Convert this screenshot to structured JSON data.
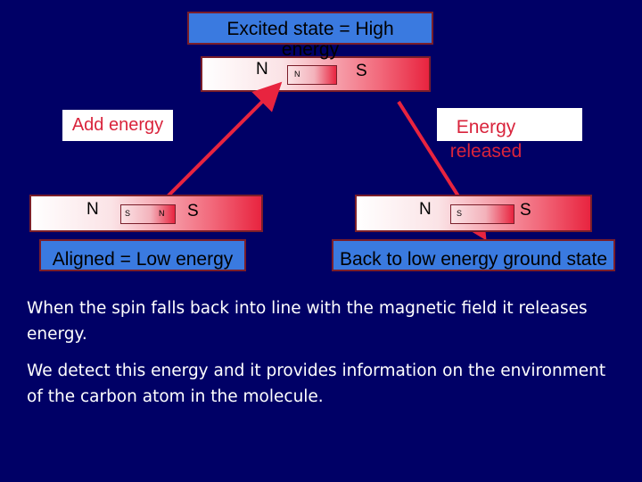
{
  "top": {
    "label": "Excited state = High energy",
    "pole_left": "N",
    "pole_right": "S",
    "inner_pole": "N"
  },
  "left_arrow_label": "Add energy",
  "right_arrow_label": "Energy released",
  "left_magnet": {
    "pole_left": "N",
    "pole_right": "S",
    "inner_left": "S",
    "inner_right": "N",
    "label": "Aligned = Low energy"
  },
  "right_magnet": {
    "pole_left": "N",
    "pole_right": "S",
    "inner_pole": "S",
    "label": "Back to low energy ground state"
  },
  "paragraph1": "When the spin falls back into line with the magnetic field it releases energy.",
  "paragraph2": "We detect this energy and it provides information on the environment of the carbon atom in the molecule.",
  "colors": {
    "background": "#000066",
    "label_blue": "#3a7ae0",
    "arrow_red": "#e8243f",
    "label_red": "#d9243c"
  }
}
